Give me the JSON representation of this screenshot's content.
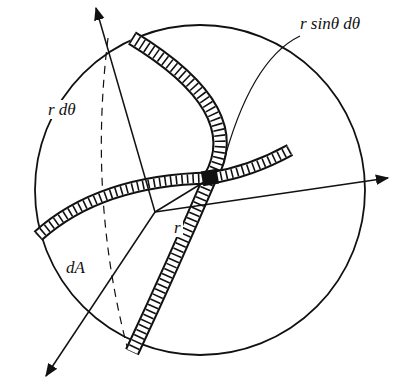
{
  "diagram": {
    "labels": [
      "r sinθ dθ",
      "r dθ",
      "dA",
      "r"
    ]
  }
}
